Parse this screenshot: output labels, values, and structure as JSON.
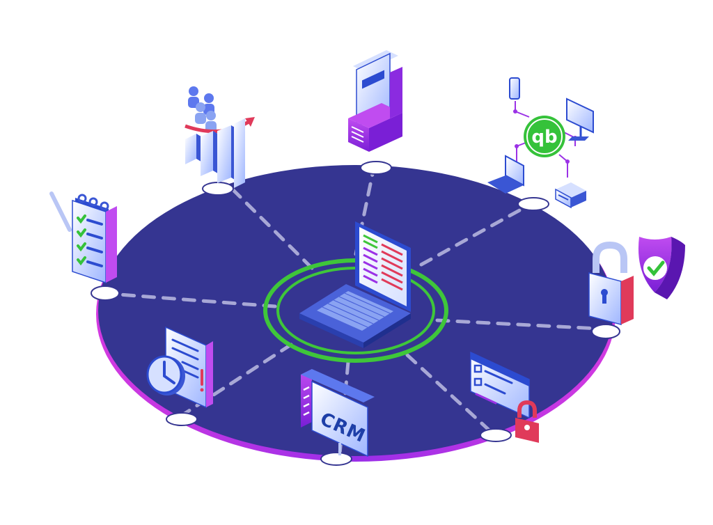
{
  "crm_label": "CRM",
  "quickbooks_label": "qb",
  "colors": {
    "platform": "#353591",
    "platform_rim": "#b125e8",
    "spoke": "#a8a8d6",
    "hub_ring": "#3fc63a",
    "accent_purple": "#9b32e6",
    "accent_blue": "#3a56d4",
    "accent_red": "#e03a5a",
    "accent_green": "#35c23a"
  },
  "nodes": [
    {
      "name": "checklist",
      "icon": "clipboard-checklist-icon"
    },
    {
      "name": "growth",
      "icon": "team-growth-chart-icon"
    },
    {
      "name": "documents",
      "icon": "document-folder-icon"
    },
    {
      "name": "quickbooks",
      "icon": "quickbooks-integration-icon"
    },
    {
      "name": "security",
      "icon": "padlock-shield-icon"
    },
    {
      "name": "secure-tasks",
      "icon": "locked-task-list-icon"
    },
    {
      "name": "crm",
      "icon": "crm-window-icon"
    },
    {
      "name": "scheduling",
      "icon": "clock-document-icon"
    }
  ]
}
